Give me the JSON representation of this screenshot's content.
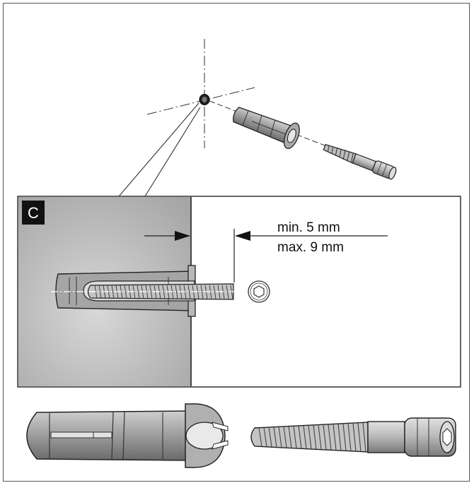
{
  "detail": {
    "label": "C",
    "dimension": {
      "min_text": "min. 5 mm",
      "max_text": "max. 9 mm"
    }
  },
  "icons": [
    "hex-socket-icon"
  ],
  "colors": {
    "line": "#111111",
    "wall_gray": "#bdbdbd",
    "part_gray": "#9a9a9a",
    "badge_bg": "#111111"
  }
}
